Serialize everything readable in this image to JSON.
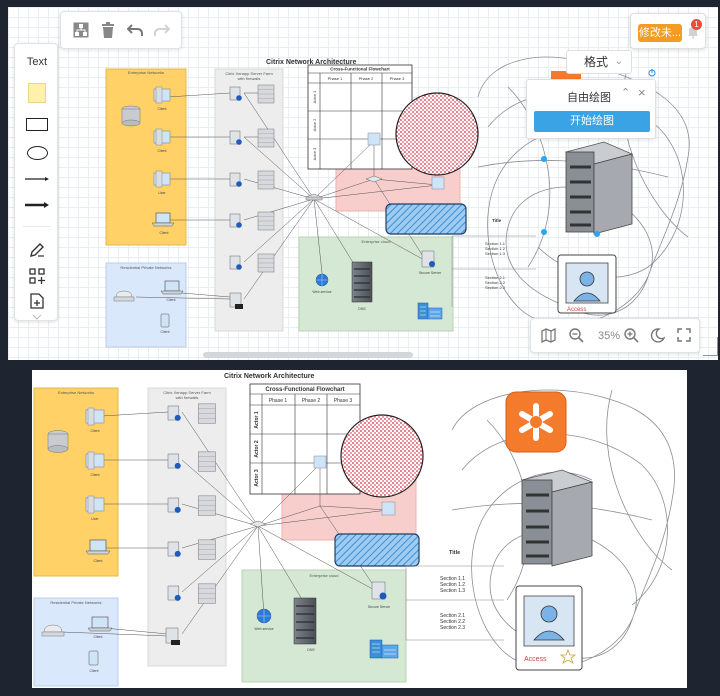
{
  "toolbar": {
    "tools": [
      "diagram-icon",
      "trash-icon",
      "undo-icon",
      "redo-icon"
    ]
  },
  "modify": {
    "label": "修改未...",
    "badge": "1"
  },
  "palette": {
    "text_label": "Text",
    "colors": {
      "note": "#fff2a8",
      "note_border": "#e8d68a"
    }
  },
  "format": {
    "label": "格式"
  },
  "freedraw": {
    "title": "自由绘图",
    "start_label": "开始绘图",
    "accent": "#3aa3e6"
  },
  "zoom": {
    "value": "35%"
  },
  "diagram": {
    "title": "Citrix Network Architecture",
    "enterprise_networks": "Enterprise Networks",
    "residential_networks": "Residential Private Networks",
    "server_farm": "Citrix Xenapp Server Farm",
    "server_farm_sub": "with firewalls",
    "enterprise_cloud": "Enterprise cloud",
    "client": "Client",
    "user": "User",
    "web_service": "Web service",
    "dns": "DNS",
    "secure_server": "Secure Server",
    "flowchart_title": "Cross-Functional Flowchart",
    "phases": [
      "Phase 1",
      "Phase 2",
      "Phase 3"
    ],
    "actors": [
      "Actor 1",
      "Actor 2",
      "Actor 3"
    ],
    "list_title": "Title",
    "sections_a": [
      "Section 1.1",
      "Section 1.2",
      "Section 1.3"
    ],
    "sections_b": [
      "Section 2.1",
      "Section 2.2",
      "Section 2.3"
    ],
    "access_label": "Access",
    "colors": {
      "enterprise": "#ffd166",
      "residential": "#dae8fc",
      "farm": "#ededed",
      "cloud": "#d5e8d4",
      "pinkzone": "#f8cecc",
      "scribble": "#8a8f96",
      "badge_bg": "#f47a2c",
      "hatch": "#3a8fd6",
      "dots": "#d12d3e"
    }
  }
}
